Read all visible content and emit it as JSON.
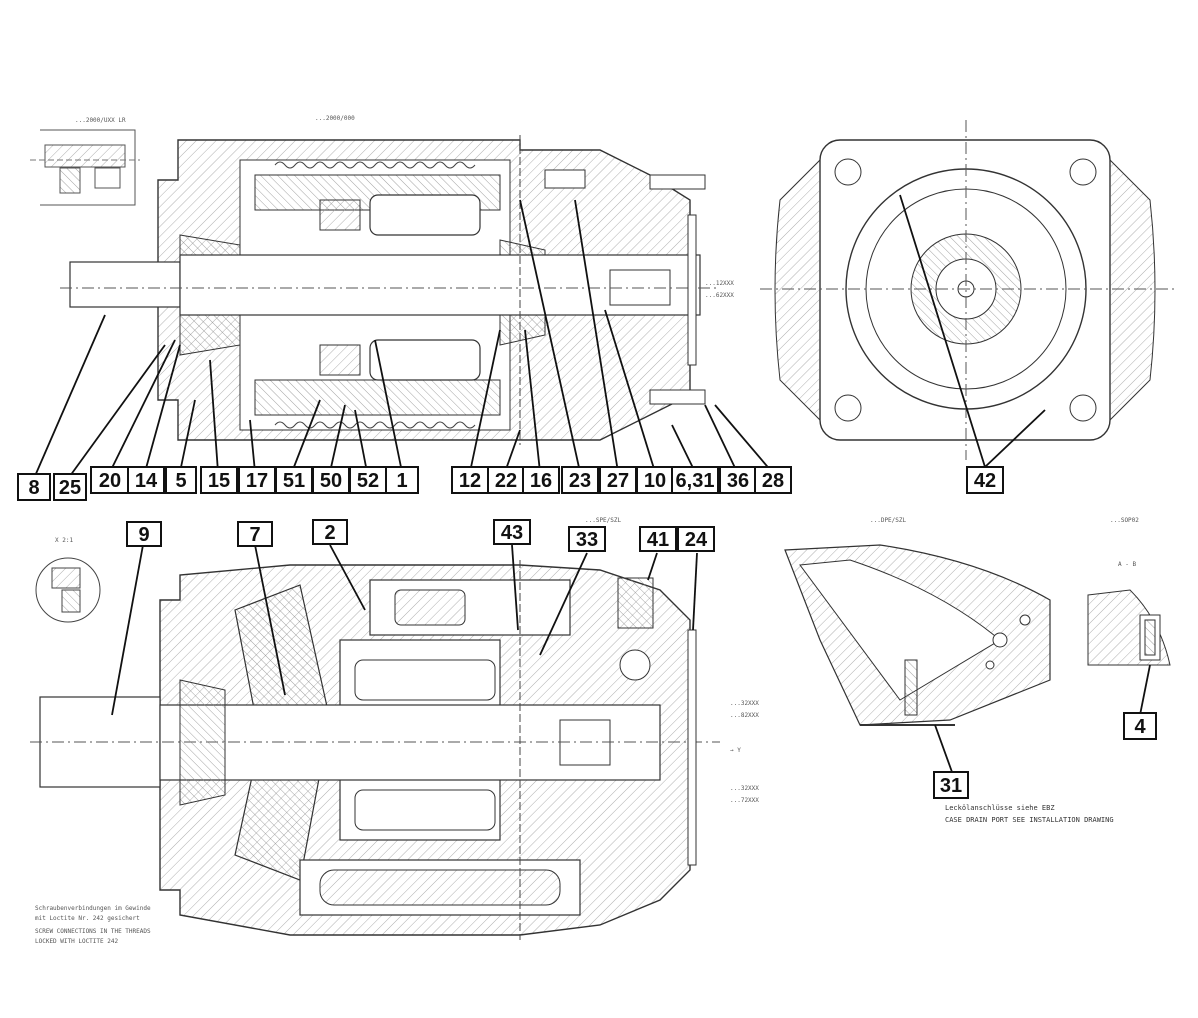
{
  "diagram": {
    "callouts": [
      {
        "id": "8",
        "label": "8"
      },
      {
        "id": "25",
        "label": "25"
      },
      {
        "id": "20",
        "label": "20"
      },
      {
        "id": "14",
        "label": "14"
      },
      {
        "id": "5",
        "label": "5"
      },
      {
        "id": "15",
        "label": "15"
      },
      {
        "id": "17",
        "label": "17"
      },
      {
        "id": "51",
        "label": "51"
      },
      {
        "id": "50",
        "label": "50"
      },
      {
        "id": "52",
        "label": "52"
      },
      {
        "id": "1",
        "label": "1"
      },
      {
        "id": "12",
        "label": "12"
      },
      {
        "id": "22",
        "label": "22"
      },
      {
        "id": "16",
        "label": "16"
      },
      {
        "id": "23",
        "label": "23"
      },
      {
        "id": "27",
        "label": "27"
      },
      {
        "id": "10",
        "label": "10"
      },
      {
        "id": "6_31",
        "label": "6,31"
      },
      {
        "id": "36",
        "label": "36"
      },
      {
        "id": "28",
        "label": "28"
      },
      {
        "id": "42",
        "label": "42"
      },
      {
        "id": "9",
        "label": "9"
      },
      {
        "id": "7",
        "label": "7"
      },
      {
        "id": "2",
        "label": "2"
      },
      {
        "id": "43",
        "label": "43"
      },
      {
        "id": "33",
        "label": "33"
      },
      {
        "id": "41",
        "label": "41"
      },
      {
        "id": "24",
        "label": "24"
      },
      {
        "id": "31",
        "label": "31"
      },
      {
        "id": "4",
        "label": "4"
      }
    ],
    "notes": {
      "case_drain_de": "Leckölanschlüsse siehe EBZ",
      "case_drain_en": "CASE DRAIN PORT SEE INSTALLATION DRAWING",
      "screw_de_1": "Schraubenverbindungen im Gewinde",
      "screw_de_2": "mit Loctite Nr. 242 gesichert",
      "screw_en_1": "SCREW CONNECTIONS IN THE THREADS",
      "screw_en_2": "LOCKED WITH LOCTITE 242",
      "view_x": "X 2:1",
      "view_ab": "A - B",
      "ref_top_left": "...2000/UXX LR",
      "ref_top_center": "...2000/000",
      "ref_mid_center": "...SPE/SZL",
      "ref_mid_right": "...DPE/SZL",
      "ref_far_right": "...SOP02"
    }
  }
}
